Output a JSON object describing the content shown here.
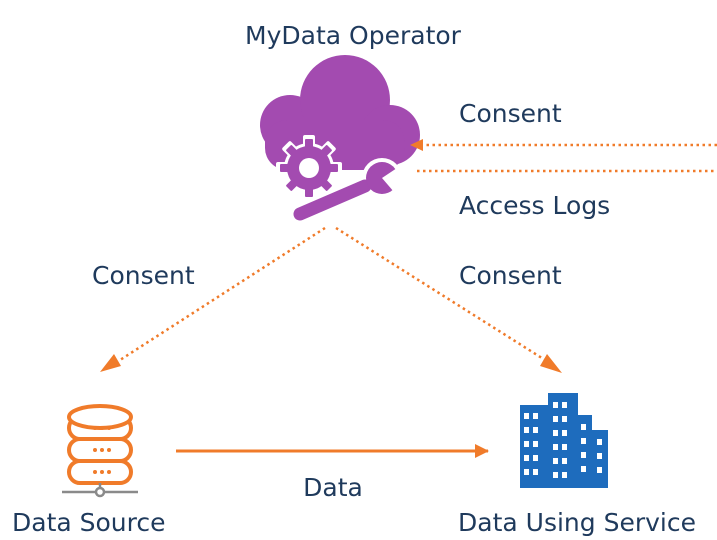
{
  "nodes": {
    "operator": {
      "label": "MyData Operator",
      "icon": "cloud-gear-wrench-icon"
    },
    "source": {
      "label": "Data Source",
      "icon": "database-icon"
    },
    "service": {
      "label": "Data Using Service",
      "icon": "office-buildings-icon"
    }
  },
  "edges": {
    "consent_in": "Consent",
    "access_logs": "Access Logs",
    "consent_to_source": "Consent",
    "consent_to_service": "Consent",
    "data_flow": "Data"
  },
  "colors": {
    "text": "#1f3a5c",
    "operator_icon": "#a34bb0",
    "arrow": "#f07b2a",
    "source_icon": "#f07b2a",
    "service_icon": "#1e6cbd"
  }
}
